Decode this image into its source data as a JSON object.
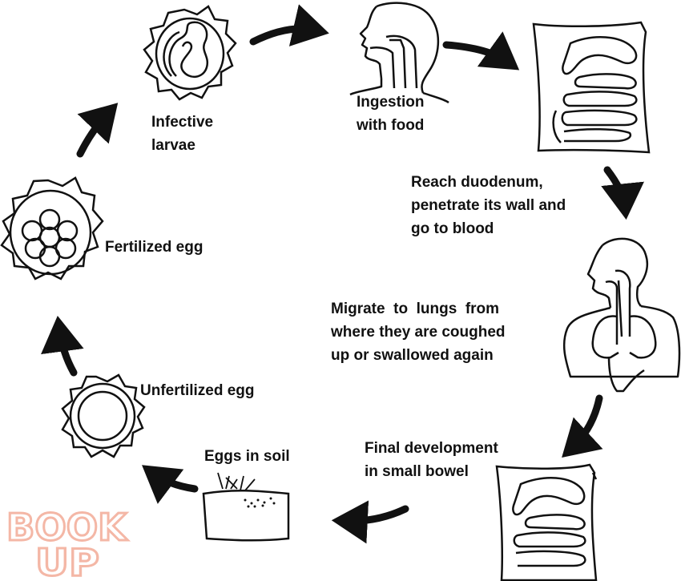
{
  "diagram": {
    "stages": {
      "infective_larvae": "Infective\nlarvae",
      "ingestion": "Ingestion\nwith food",
      "duodenum": "Reach duodenum,\npenetrate its wall and\ngo to blood",
      "lungs": "Migrate  to  lungs  from\nwhere they are coughed\nup or swallowed again",
      "small_bowel": "Final development\nin small bowel",
      "soil": "Eggs in soil",
      "unfertilized": "Unfertilized egg",
      "fertilized": "Fertilized egg"
    },
    "watermark": {
      "line1": "BOOK",
      "line2": "UP",
      "color": "#f4b7a6"
    },
    "colors": {
      "ink": "#111111",
      "background": "#ffffff"
    }
  }
}
